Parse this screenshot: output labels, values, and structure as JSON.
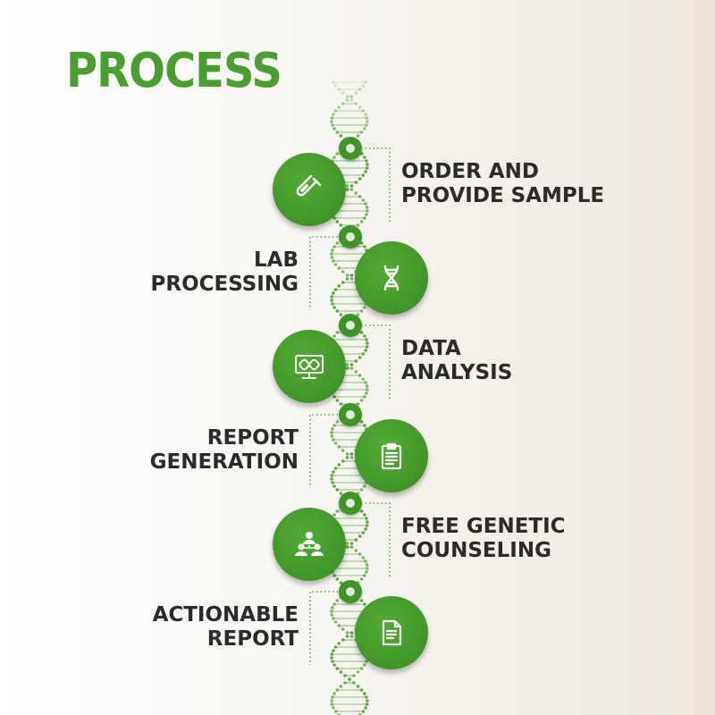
{
  "title": "PROCESS",
  "colors": {
    "accent": "#4a9e2f",
    "text": "#2b2b2b"
  },
  "steps": [
    {
      "label": "ORDER AND\nPROVIDE SAMPLE",
      "icon": "test-tube-icon",
      "side": "right"
    },
    {
      "label": "LAB\nPROCESSING",
      "icon": "dna-icon",
      "side": "left"
    },
    {
      "label": "DATA\nANALYSIS",
      "icon": "monitor-dna-icon",
      "side": "right"
    },
    {
      "label": "REPORT\nGENERATION",
      "icon": "clipboard-report-icon",
      "side": "left"
    },
    {
      "label": "FREE GENETIC\nCOUNSELING",
      "icon": "people-counseling-icon",
      "side": "right"
    },
    {
      "label": "ACTIONABLE\nREPORT",
      "icon": "document-report-icon",
      "side": "left"
    }
  ]
}
